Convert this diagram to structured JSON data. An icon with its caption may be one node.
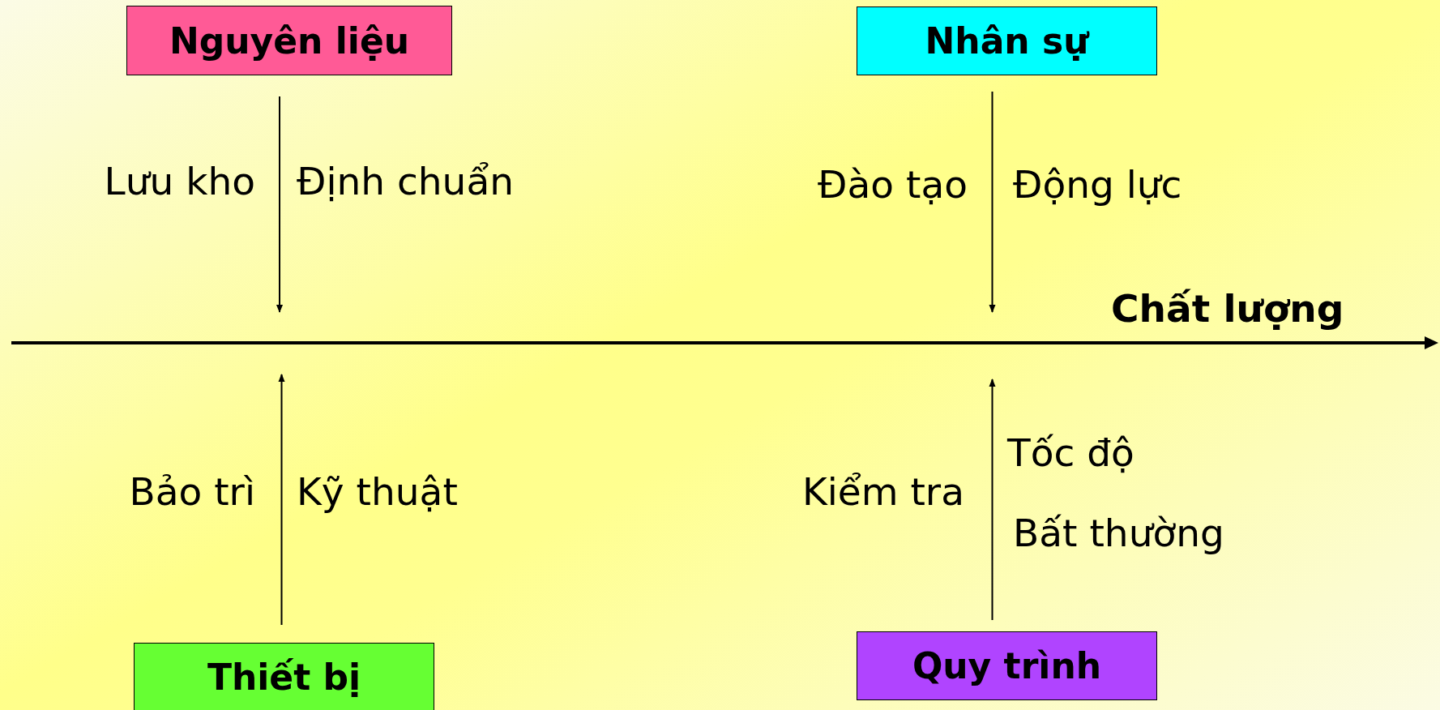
{
  "diagram": {
    "nodes": [
      {
        "text": [
          "Nguyên liệu"
        ]
      },
      {
        "text": [
          "Nhân sự"
        ]
      },
      {
        "text": [
          "Thiết bị"
        ]
      },
      {
        "text": [
          "Quy trình"
        ]
      }
    ],
    "edges": [
      {
        "from": 0,
        "to": null,
        "arrow": "to"
      },
      {
        "from": 1,
        "to": null,
        "arrow": "to"
      },
      {
        "from": 2,
        "to": null,
        "arrow": "to"
      },
      {
        "from": 3,
        "to": null,
        "arrow": "to"
      }
    ],
    "labels": [
      "Lưu kho",
      "Định chuẩn",
      "Đào tạo",
      "Động lực",
      "Chất lượng",
      "Bảo trì",
      "Kỹ thuật",
      "Kiểm tra",
      "Tốc độ",
      "Bất thường"
    ]
  }
}
